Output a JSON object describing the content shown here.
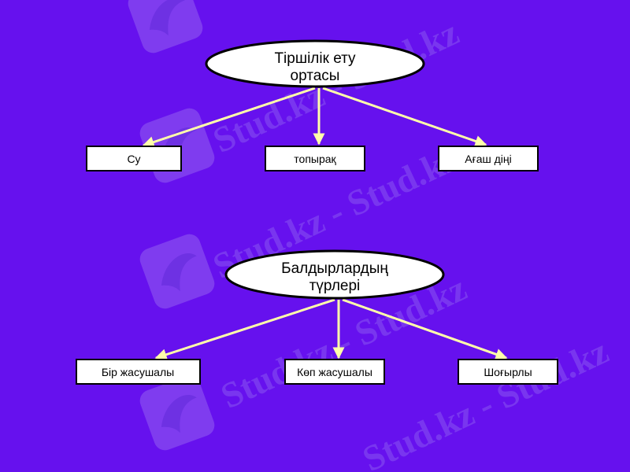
{
  "watermark": {
    "text": "Stud.kz - Stud.kz"
  },
  "diagram1": {
    "root": {
      "line1": "Тіршілік ету",
      "line2": "ортасы"
    },
    "children": [
      "Су",
      "топырақ",
      "Ағаш діңі"
    ]
  },
  "diagram2": {
    "root": {
      "line1": "Балдырлардың",
      "line2": "түрлері"
    },
    "children": [
      "Бір жасушалы",
      "Көп жасушалы",
      "Шоғырлы"
    ]
  },
  "colors": {
    "background": "#6611ee",
    "arrow": "#ffffaa",
    "node_fill": "#ffffff",
    "node_stroke": "#000000"
  }
}
